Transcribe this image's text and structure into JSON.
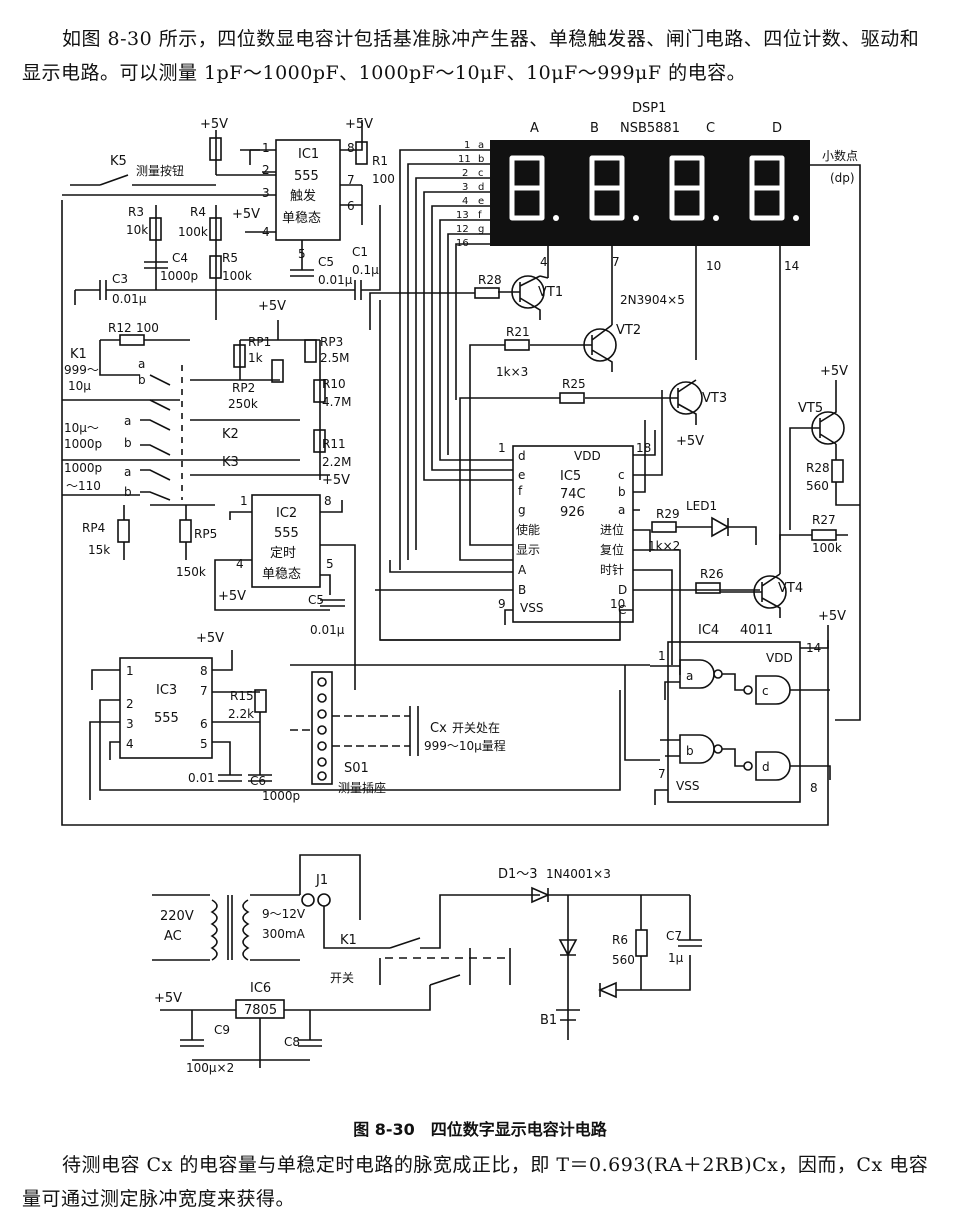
{
  "text": {
    "intro": "如图 8-30 所示，四位数显电容计包括基准脉冲产生器、单稳触发器、闸门电路、四位计数、驱动和显示电路。可以测量 1pF～1000pF、1000pF～10μF、10μF～999μF 的电容。",
    "caption": "图 8-30　四位数字显示电容计电路",
    "formula_note": "待测电容 Cx 的电容量与单稳定时电路的脉宽成正比，即 T＝0.693(RA＋2RB)Cx，因而，Cx 电容量可通过测定脉冲宽度来获得。"
  },
  "display": {
    "name": "DSP1",
    "part": "NSB5881",
    "digits": [
      "A",
      "B",
      "C",
      "D"
    ],
    "dp_label": "小数点",
    "dp_short": "(dp)",
    "pin_labels": [
      "1",
      "11",
      "2",
      "3",
      "4",
      "13",
      "12",
      "16"
    ],
    "seg_labels": [
      "a",
      "b",
      "c",
      "d",
      "e",
      "f",
      "g"
    ],
    "digit_pins": [
      "4",
      "7",
      "10",
      "14"
    ]
  },
  "ic1": {
    "name": "IC1",
    "type": "555",
    "role1": "触发",
    "role2": "单稳态",
    "pins": [
      "1",
      "2",
      "3",
      "4",
      "5",
      "6",
      "7",
      "8"
    ]
  },
  "ic2": {
    "name": "IC2",
    "type": "555",
    "role1": "定时",
    "role2": "单稳态",
    "pins": [
      "1",
      "8",
      "4",
      "5"
    ]
  },
  "ic3": {
    "name": "IC3",
    "type": "555",
    "pins": [
      "1",
      "2",
      "3",
      "4",
      "5",
      "6",
      "7",
      "8"
    ]
  },
  "ic4": {
    "name": "IC4",
    "type": "4011",
    "gates": [
      "a",
      "b",
      "c",
      "d"
    ],
    "pins": [
      "1",
      "14",
      "7",
      "8"
    ],
    "vdd": "VDD",
    "vss": "VSS"
  },
  "ic5": {
    "name": "IC5",
    "type1": "74C",
    "type2": "926",
    "left_pins": [
      "d",
      "e",
      "f",
      "g",
      "使能",
      "显示",
      "A",
      "B"
    ],
    "right_pins": [
      "VDD",
      "c",
      "b",
      "a",
      "进位",
      "复位",
      "时针",
      "D",
      "C"
    ],
    "pin_nums": [
      "1",
      "18",
      "9",
      "10"
    ],
    "vss": "VSS"
  },
  "ic6": {
    "name": "IC6",
    "type": "7805"
  },
  "supply": {
    "v5": "+5V"
  },
  "components": {
    "K5": "K5",
    "K5_label": "测量按钮",
    "R1": "R1",
    "R1v": "100",
    "R3": "R3",
    "R3v": "10k",
    "R4": "R4",
    "R4v": "100k",
    "R5": "R5",
    "R5v": "100k",
    "C1": "C1",
    "C1v": "0.1μ",
    "C3": "C3",
    "C3v": "0.01μ",
    "C4": "C4",
    "C4v": "1000p",
    "C5a": "C5",
    "C5av": "0.01μ",
    "R12": "R12",
    "R12v": "100",
    "K1": "K1",
    "K1r1": "999～",
    "K1r2": "10μ",
    "K2": "K2",
    "K2r1": "10μ～",
    "K2r2": "1000p",
    "K3": "K3",
    "K3r1": "1000p",
    "K3r2": "～110",
    "RP1": "RP1",
    "RP1v": "1k",
    "RP2": "RP2",
    "RP2v": "250k",
    "RP3": "RP3",
    "RP3v": "2.5M",
    "R10": "R10",
    "R10v": "4.7M",
    "R11": "R11",
    "R11v": "2.2M",
    "RP4": "RP4",
    "RP4v": "15k",
    "RP5": "RP5",
    "RP5v": "150k",
    "C5b": "C5",
    "C5bv": "0.01μ",
    "R15": "R15",
    "R15v": "2.2k",
    "C6": "C6",
    "C6v": "1000p",
    "C_ic3": "0.01",
    "S01": "S01",
    "S01_label": "测量插座",
    "Cx": "Cx",
    "Cx_note1": "开关处在",
    "Cx_note2": "999～10μ量程",
    "R28a": "R28",
    "R21": "R21",
    "R25": "R25",
    "Rx3": "1k×3",
    "VT1": "VT1",
    "VT2": "VT2",
    "VT3": "VT3",
    "VT4": "VT4",
    "VT5": "VT5",
    "trans_note": "2N3904×5",
    "R29": "R29",
    "R29v": "1k×2",
    "LED1": "LED1",
    "R26": "R26",
    "R27": "R27",
    "R27v": "100k",
    "R28b": "R28",
    "R28bv": "560",
    "sw_a": "a",
    "sw_b": "b"
  },
  "power": {
    "ac1": "220V",
    "ac2": "AC",
    "tr1": "9～12V",
    "tr2": "300mA",
    "J1": "J1",
    "K1": "K1",
    "switch": "开关",
    "D": "D1～3",
    "Dpart": "1N4001×3",
    "R6": "R6",
    "R6v": "560",
    "C7": "C7",
    "C7v": "1μ",
    "C8": "C8",
    "C9": "C9",
    "C89v": "100μ×2",
    "B1": "B1",
    "v5": "+5V",
    "reg": "7805"
  }
}
